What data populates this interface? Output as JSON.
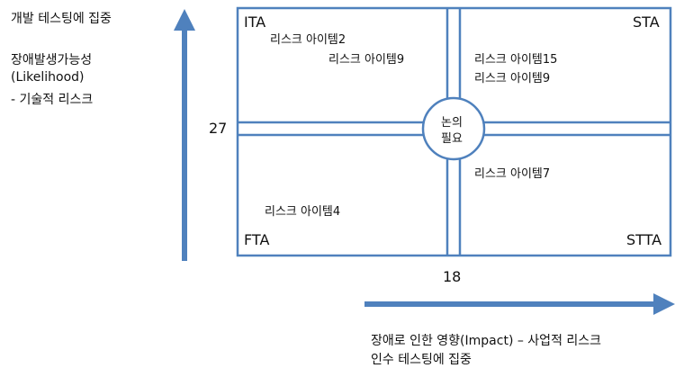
{
  "y_axis": {
    "focus": "개발 테스팅에 집중",
    "label_line1": "장애발생가능성",
    "label_line2": "(Likelihood)",
    "label_line3": "- 기술적 리스크",
    "threshold": "27"
  },
  "x_axis": {
    "label_line1": "장애로 인한 영향(Impact) – 사업적 리스크",
    "label_line2": "인수 테스팅에 집중",
    "threshold": "18"
  },
  "quadrants": {
    "top_left": {
      "name": "ITA",
      "items": [
        "리스크 아이템2",
        "리스크 아이템9"
      ]
    },
    "top_right": {
      "name": "STA",
      "items": [
        "리스크 아이템15",
        "리스크 아이템9"
      ]
    },
    "bottom_left": {
      "name": "FTA",
      "items": [
        "리스크 아이템4"
      ]
    },
    "bottom_right": {
      "name": "STTA",
      "items": [
        "리스크 아이템7"
      ]
    }
  },
  "center": {
    "line1": "논의",
    "line2": "필요"
  },
  "colors": {
    "line": "#4f81bd"
  }
}
